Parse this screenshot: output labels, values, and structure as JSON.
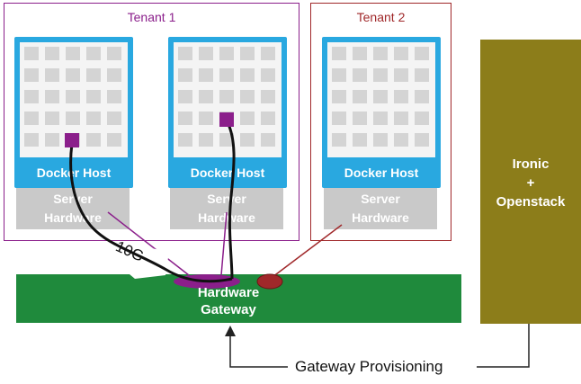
{
  "tenants": [
    {
      "title": "Tenant 1",
      "color": "#8b1f8b"
    },
    {
      "title": "Tenant 2",
      "color": "#a0282a"
    }
  ],
  "hosts": [
    {
      "label": "Docker Host",
      "hardware": "Server\nHardware"
    },
    {
      "label": "Docker Host",
      "hardware": "Server\nHardware"
    },
    {
      "label": "Docker Host",
      "hardware": "Server\nHardware"
    }
  ],
  "link_label": "10G",
  "gateway": {
    "label": "Hardware\nGateway",
    "color": "#1f8a3c"
  },
  "controller": {
    "label": "Ironic\n+\nOpenstack",
    "color": "#8c7d1a"
  },
  "provisioning_label": "Gateway Provisioning",
  "colors": {
    "host": "#29a8e0",
    "port": "#8b1f8b",
    "hardware": "#c9c9c9",
    "tenant2_port": "#a0282a"
  }
}
